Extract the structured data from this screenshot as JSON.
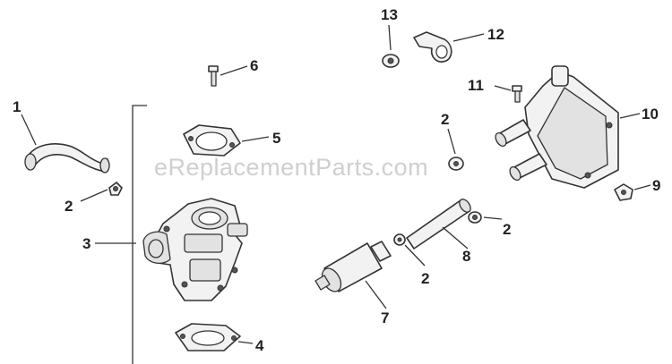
{
  "watermark": "eReplacementParts.com",
  "callouts": {
    "c1": "1",
    "c2a": "2",
    "c2b": "2",
    "c2c": "2",
    "c2d": "2",
    "c3": "3",
    "c4": "4",
    "c5": "5",
    "c6": "6",
    "c7": "7",
    "c8": "8",
    "c9": "9",
    "c10": "10",
    "c11": "11",
    "c12": "12",
    "c13": "13"
  }
}
